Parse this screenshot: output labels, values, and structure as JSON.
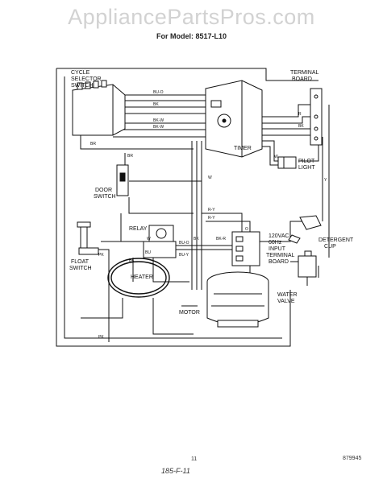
{
  "watermark": "AppliancePartsPros.com",
  "model_line": "For Model: 8517-L10",
  "labels": {
    "cycle_selector_switch": [
      "CYCLE",
      "SELECTOR",
      "SWITCH"
    ],
    "terminal_board_top": [
      "TERMINAL",
      "BOARD"
    ],
    "timer": "TIMER",
    "pilot_light": [
      "PILOT",
      "LIGHT"
    ],
    "door_switch": [
      "DOOR",
      "SWITCH"
    ],
    "relay": "RELAY",
    "float_switch": [
      "FLOAT",
      "SWITCH"
    ],
    "heater": "HEATER",
    "motor": "MOTOR",
    "input_terminal_board": [
      "120VAC",
      "60Hz",
      "INPUT",
      "TERMINAL",
      "BOARD"
    ],
    "detergent_cup": [
      "DETERGENT",
      "CUP"
    ],
    "water_valve": [
      "WATER",
      "VALVE"
    ]
  },
  "wire_codes": {
    "bu_o": "BU-O",
    "bk": "BK",
    "bk_w": "BK-W",
    "br": "BR",
    "r": "R",
    "r_y": "R-Y",
    "w": "W",
    "bu": "BU",
    "bu_y": "BU-Y",
    "pk": "PK",
    "o": "O",
    "y": "Y",
    "bk_r": "BK-R"
  },
  "footer": {
    "page_number": "11",
    "part_number": "879945",
    "handwritten": "185-F-11"
  }
}
